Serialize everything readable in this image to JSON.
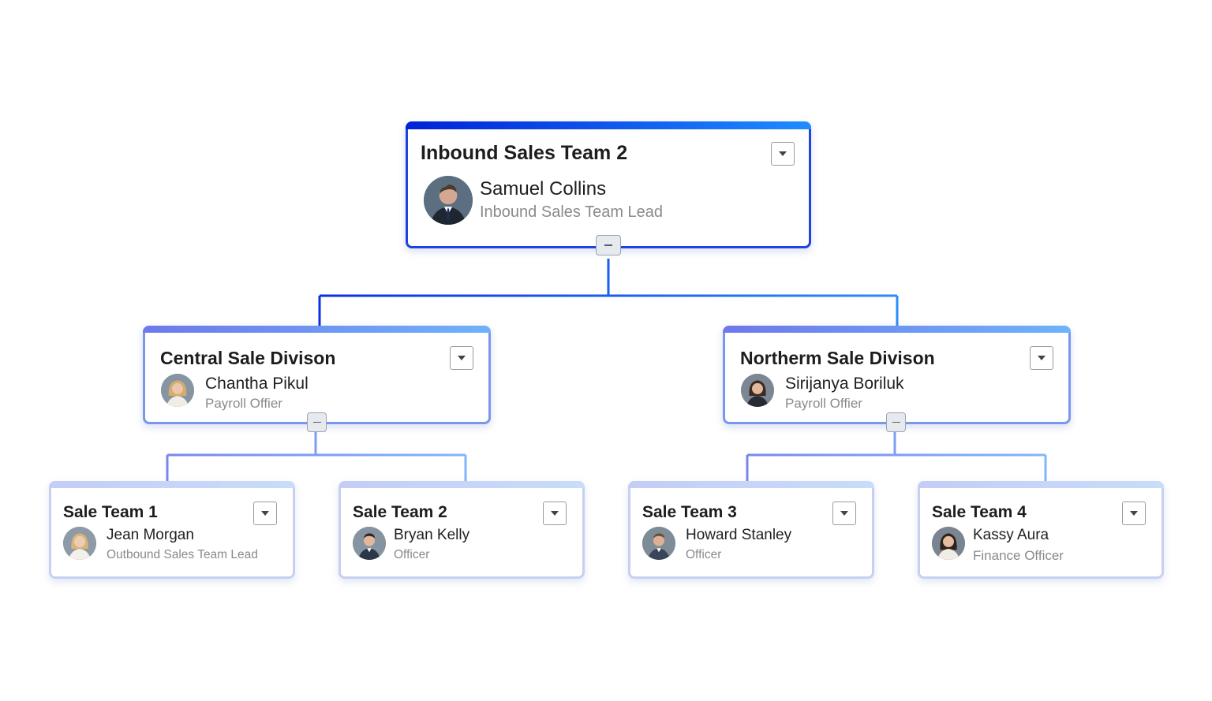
{
  "org_chart": {
    "root": {
      "team": "Inbound Sales Team 2",
      "person": "Samuel Collins",
      "role": "Inbound Sales Team Lead",
      "avatar_icon": "avatar-man-suit-icon"
    },
    "divisions": [
      {
        "team": "Central Sale Divison",
        "person": "Chantha Pikul",
        "role": "Payroll Offier",
        "avatar_icon": "avatar-woman-blonde-icon",
        "teams": [
          {
            "team": "Sale Team 1",
            "person": "Jean Morgan",
            "role": "Outbound Sales Team Lead",
            "avatar_icon": "avatar-woman-blonde-icon"
          },
          {
            "team": "Sale Team 2",
            "person": "Bryan Kelly",
            "role": "Officer",
            "avatar_icon": "avatar-man-icon"
          }
        ]
      },
      {
        "team": "Northerm Sale Divison",
        "person": "Sirijanya Boriluk",
        "role": "Payroll Offier",
        "avatar_icon": "avatar-woman-dark-icon",
        "teams": [
          {
            "team": "Sale Team 3",
            "person": "Howard Stanley",
            "role": "Officer",
            "avatar_icon": "avatar-man-icon"
          },
          {
            "team": "Sale Team 4",
            "person": "Kassy Aura",
            "role": "Finance Officer",
            "avatar_icon": "avatar-woman-dark-icon"
          }
        ]
      }
    ]
  },
  "colors": {
    "root_accent": "#1e44e0",
    "division_accent": "#7a97ee",
    "team_accent": "#c6d0f3",
    "role_text": "#8a8a8a"
  }
}
